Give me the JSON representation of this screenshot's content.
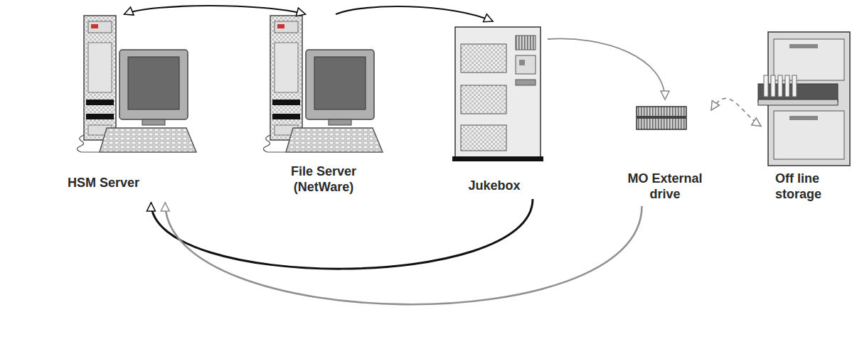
{
  "diagram": {
    "nodes": [
      {
        "text": [
          "HSM Server"
        ]
      },
      {
        "text": [
          "File Server (NetWare)"
        ]
      },
      {
        "text": [
          "Jukebox"
        ]
      },
      {
        "text": [
          "MO External drive"
        ]
      },
      {
        "text": [
          "Off line storage"
        ]
      }
    ],
    "edges": [
      {
        "from": 0,
        "to": 1,
        "arrow": "both"
      },
      {
        "from": 1,
        "to": 2,
        "arrow": "to"
      },
      {
        "from": 2,
        "to": 3,
        "arrow": "to"
      },
      {
        "from": 3,
        "to": 4,
        "arrow": "both"
      },
      {
        "from": 2,
        "to": 0,
        "arrow": "to"
      },
      {
        "from": 3,
        "to": 0,
        "arrow": "to"
      }
    ]
  }
}
